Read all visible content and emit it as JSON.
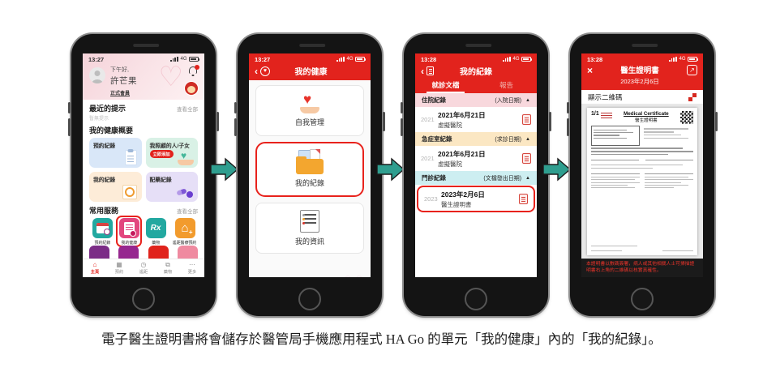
{
  "caption": "電子醫生證明書將會儲存於醫管局手機應用程式 HA Go 的單元「我的健康」內的「我的紀錄」。",
  "icons": {
    "back": "‹",
    "close": "×",
    "share": "↗",
    "home": "⌂",
    "calendar": "▦",
    "clock": "◷",
    "link": "⧉",
    "more": "⋯",
    "heart": "♥",
    "heart_outline": "♡",
    "triangle_up": "▲",
    "rx": "Rx",
    "house": "⌂"
  },
  "colors": {
    "brand_red": "#e2231d",
    "highlight_ring": "#e8221c",
    "arrow_teal": "#2f9e8f"
  },
  "phone1": {
    "status": {
      "time": "13:27",
      "network": "4G"
    },
    "header": {
      "greeting": "下午好,",
      "name": "許芒果",
      "membership": "正式會員"
    },
    "tips": {
      "title": "最近的提示",
      "view_all": "查看全部",
      "empty": "暫無提示"
    },
    "overview": {
      "title": "我的健康概要",
      "cards": [
        {
          "label": "預約紀錄"
        },
        {
          "label": "我照顧的人/子女",
          "badge": "立即添加"
        },
        {
          "label": "我的紀錄"
        },
        {
          "label": "配藥紀錄"
        }
      ]
    },
    "services": {
      "title": "常用服務",
      "view_all": "查看全部",
      "items": [
        {
          "label": "預約紀錄"
        },
        {
          "label": "我的健康"
        },
        {
          "label": "藥物"
        },
        {
          "label": "遙距醫療預約"
        }
      ]
    },
    "nav": [
      {
        "label": "主頁"
      },
      {
        "label": "預約"
      },
      {
        "label": "遙距"
      },
      {
        "label": "藥物"
      },
      {
        "label": "更多"
      }
    ]
  },
  "phone2": {
    "status": {
      "time": "13:27",
      "network": "4G"
    },
    "title": "我的健康",
    "cards": [
      {
        "label": "自我管理"
      },
      {
        "label": "我的紀錄"
      },
      {
        "label": "我的資訊"
      }
    ]
  },
  "phone3": {
    "status": {
      "time": "13:28",
      "network": "4G"
    },
    "title": "我的紀錄",
    "tabs": [
      {
        "label": "就診文檔"
      },
      {
        "label": "報告"
      }
    ],
    "sections": [
      {
        "title": "住院紀錄",
        "date_label": "(入院日期)",
        "row": {
          "year": "2021",
          "date": "2021年6月21日",
          "place": "虛擬醫院"
        }
      },
      {
        "title": "急症室紀錄",
        "date_label": "(求診日期)",
        "row": {
          "year": "2021",
          "date": "2021年6月21日",
          "place": "虛擬醫院"
        }
      },
      {
        "title": "門診紀錄",
        "date_label": "(文檔發出日期)",
        "row": {
          "year": "2023",
          "date": "2023年2月6日",
          "place": "醫生證明書"
        }
      }
    ]
  },
  "phone4": {
    "status": {
      "time": "13:28",
      "network": "4G"
    },
    "title": "醫生證明書",
    "subtitle": "2023年2月6日",
    "qr_bar_label": "顯示二維碼",
    "document": {
      "page_stamp": "1/1",
      "title_en": "Medical Certificate",
      "title_zh": "醫生證明書"
    },
    "footer_note": "本證明書以數碼簽署，病人或其他相關人士可掃描證明書右上角的二維碼以核實真確性。"
  }
}
